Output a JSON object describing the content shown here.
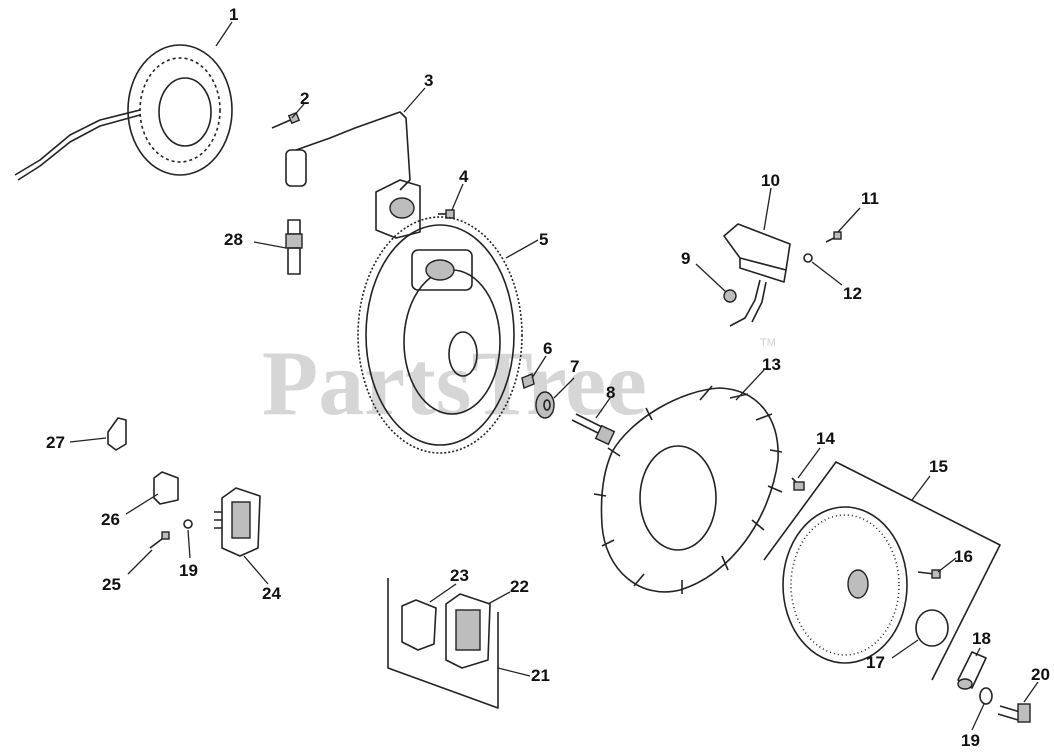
{
  "watermark": {
    "text": "PartsTree",
    "trademark": "TM"
  },
  "labels": {
    "p1": "1",
    "p2": "2",
    "p3": "3",
    "p4": "4",
    "p5": "5",
    "p6": "6",
    "p7": "7",
    "p8": "8",
    "p9": "9",
    "p10": "10",
    "p11": "11",
    "p12": "12",
    "p13": "13",
    "p14": "14",
    "p15": "15",
    "p16": "16",
    "p17": "17",
    "p18": "18",
    "p19a": "19",
    "p19b": "19",
    "p20": "20",
    "p21": "21",
    "p22": "22",
    "p23": "23",
    "p24": "24",
    "p25": "25",
    "p26": "26",
    "p27": "27",
    "p28": "28"
  },
  "parts": [
    {
      "key": "p1",
      "icon": "stator-icon"
    },
    {
      "key": "p2",
      "icon": "screw-icon"
    },
    {
      "key": "p3",
      "icon": "ignition-module-icon"
    },
    {
      "key": "p4",
      "icon": "screw-icon"
    },
    {
      "key": "p5",
      "icon": "flywheel-icon"
    },
    {
      "key": "p6",
      "icon": "key-icon"
    },
    {
      "key": "p7",
      "icon": "washer-icon"
    },
    {
      "key": "p8",
      "icon": "bolt-icon"
    },
    {
      "key": "p9",
      "icon": "nut-icon"
    },
    {
      "key": "p10",
      "icon": "rectifier-module-icon"
    },
    {
      "key": "p11",
      "icon": "screw-icon"
    },
    {
      "key": "p12",
      "icon": "washer-icon"
    },
    {
      "key": "p13",
      "icon": "fan-icon"
    },
    {
      "key": "p14",
      "icon": "screw-icon"
    },
    {
      "key": "p15",
      "icon": "screen-icon"
    },
    {
      "key": "p16",
      "icon": "screw-icon"
    },
    {
      "key": "p17",
      "icon": "decal-icon"
    },
    {
      "key": "p18",
      "icon": "spacer-icon"
    },
    {
      "key": "p19",
      "icon": "washer-icon"
    },
    {
      "key": "p20",
      "icon": "bolt-icon"
    },
    {
      "key": "p21",
      "icon": "regulator-kit-icon"
    },
    {
      "key": "p22",
      "icon": "regulator-icon"
    },
    {
      "key": "p23",
      "icon": "connector-icon"
    },
    {
      "key": "p24",
      "icon": "regulator-icon"
    },
    {
      "key": "p25",
      "icon": "screw-icon"
    },
    {
      "key": "p26",
      "icon": "connector-icon"
    },
    {
      "key": "p27",
      "icon": "clip-icon"
    },
    {
      "key": "p28",
      "icon": "spark-plug-icon"
    }
  ]
}
